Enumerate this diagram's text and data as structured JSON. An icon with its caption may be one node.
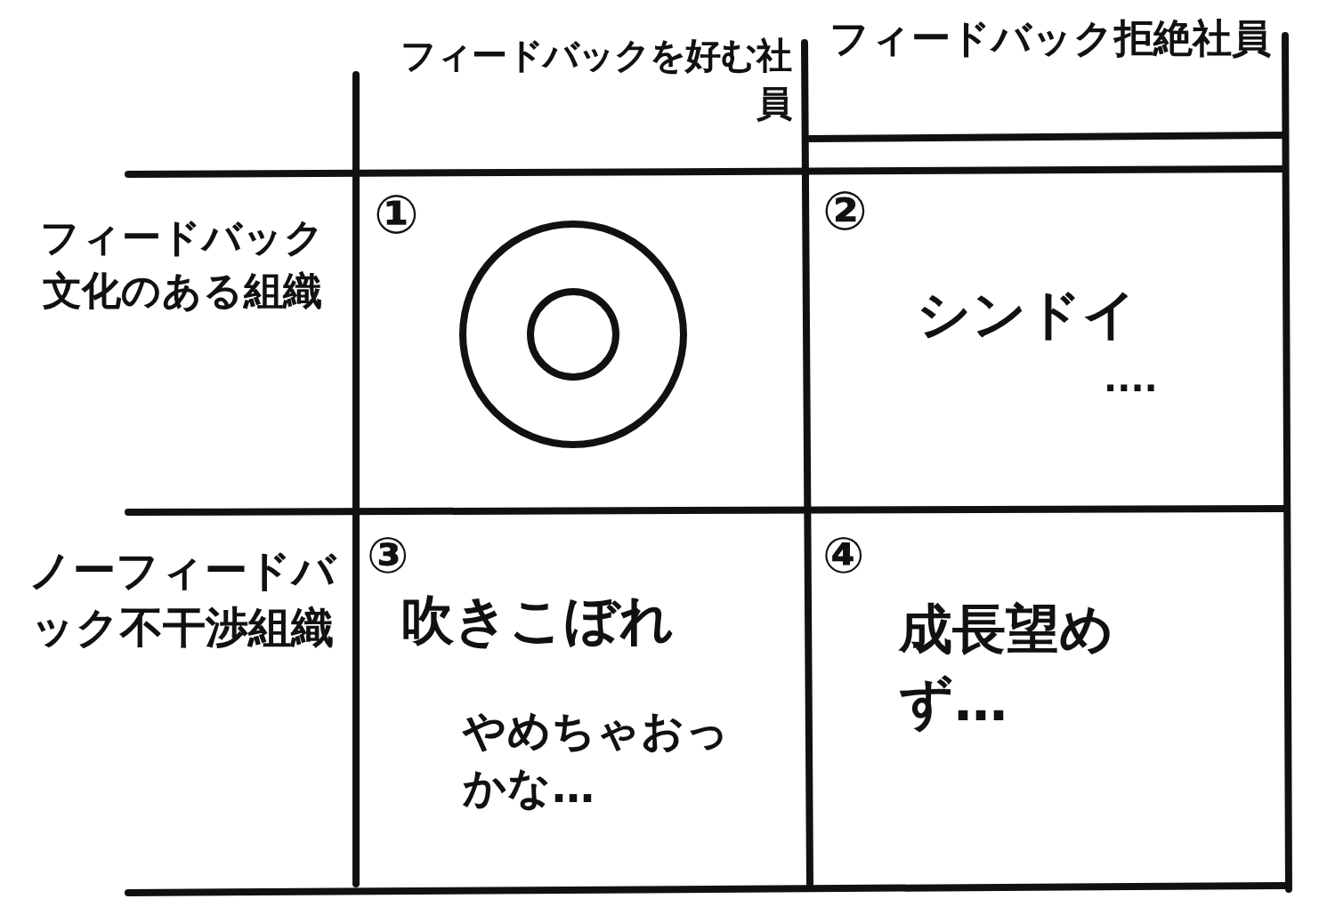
{
  "diagram": {
    "labels": [
      "フィードバックを好む社員",
      "フィードバック拒絶社員",
      "フィードバック文化のある組織",
      "①",
      "②",
      "シンドイ",
      "....",
      "ノーフィードバック不干渉組織",
      "③",
      "吹きこぼれ",
      "やめちゃおっかな…",
      "④",
      "成長望めず…"
    ]
  }
}
